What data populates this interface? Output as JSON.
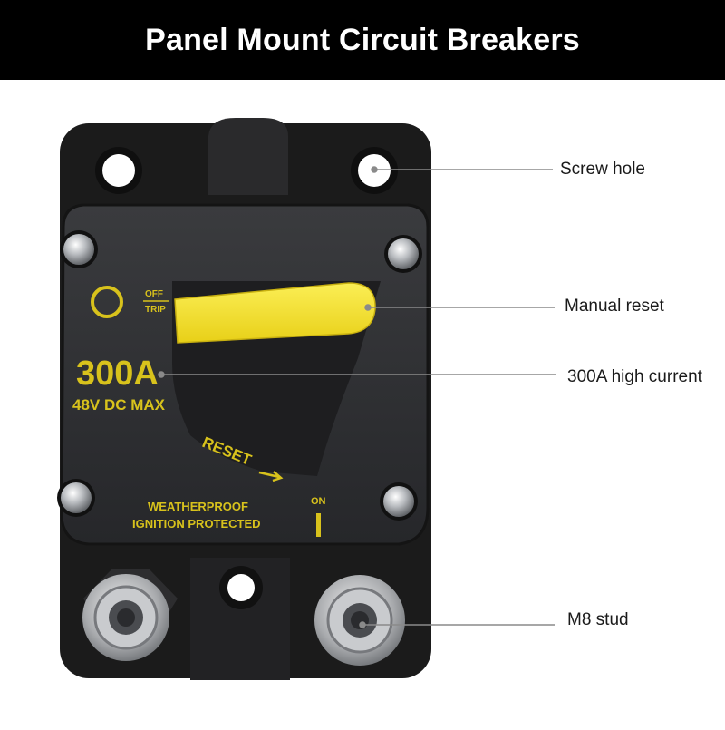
{
  "header": {
    "title": "Panel Mount Circuit Breakers"
  },
  "breaker_face": {
    "rating": "300A",
    "voltage": "48V DC MAX",
    "state_off": "OFF",
    "state_trip": "TRIP",
    "reset_label": "RESET",
    "on_label": "ON",
    "weatherproof": "WEATHERPROOF",
    "ignition": "IGNITION PROTECTED"
  },
  "callouts": [
    {
      "label": "Screw hole"
    },
    {
      "label": "Manual reset"
    },
    {
      "label": "300A high current"
    },
    {
      "label": "M8 stud"
    }
  ],
  "colors": {
    "lever_yellow": "#f5e22a",
    "print_yellow": "#d8c21c",
    "body_black": "#1b1b1b",
    "face_gray": "#2c2d2f",
    "leader_gray": "#8a8a8a"
  }
}
